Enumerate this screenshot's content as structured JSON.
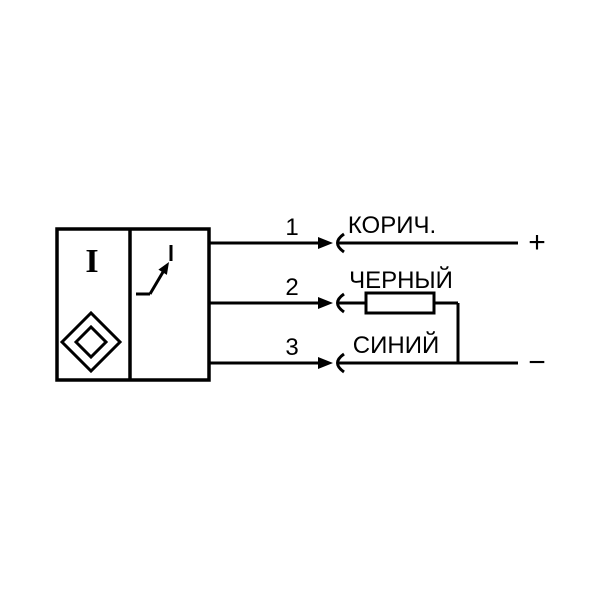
{
  "diagram": {
    "sensor": {
      "symbol_letter": "I",
      "body_icon": "sensor-body",
      "diamond_icon": "inductive-sensing-diamond-icon",
      "switch_icon": "output-switch-icon"
    },
    "wires": [
      {
        "number": "1",
        "color_label": "КОРИЧ.",
        "terminal": "+"
      },
      {
        "number": "2",
        "color_label": "ЧЕРНЫЙ",
        "terminal": ""
      },
      {
        "number": "3",
        "color_label": "СИНИЙ",
        "terminal": "−"
      }
    ],
    "connector_icon": "plug-pin-socket-icon",
    "load_icon": "load-resistor-icon",
    "colors": {
      "line": "#000000",
      "background": "#ffffff"
    }
  }
}
